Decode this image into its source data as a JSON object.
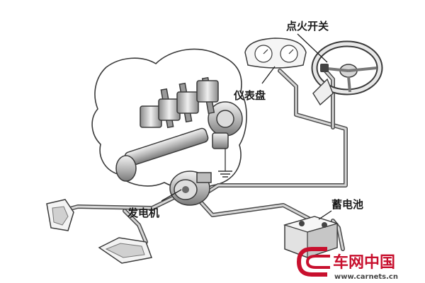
{
  "labels": {
    "ignition_switch": "点火开关",
    "instrument_panel": "仪表盘",
    "generator": "发电机",
    "battery": "蓄电池"
  },
  "watermark": {
    "brand": "车网中国",
    "url": "www.carnets.cn",
    "brand_color": "#c8102e"
  },
  "colors": {
    "wire": "#4a4a4a",
    "metal": "#b9b9b9",
    "outline": "#3a3a3a"
  }
}
